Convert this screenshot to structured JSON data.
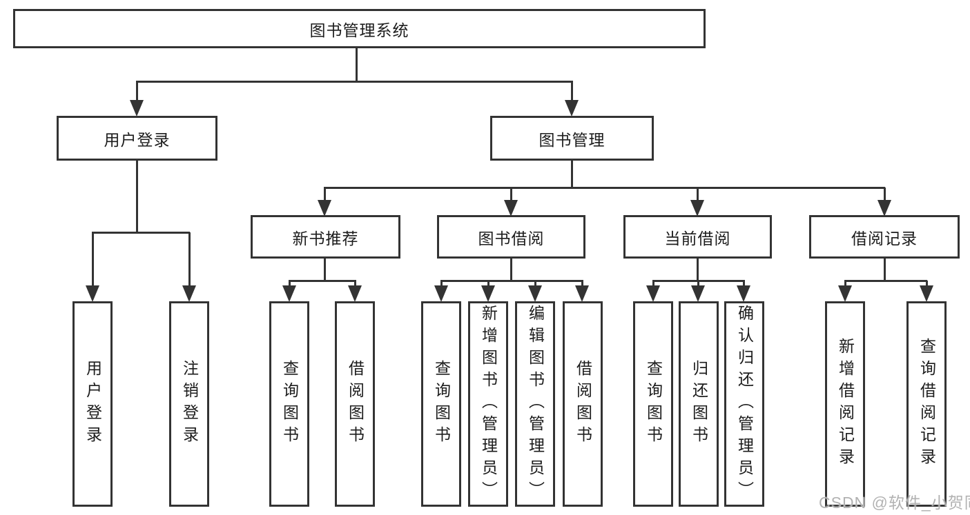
{
  "tree": {
    "label": "图书管理系统",
    "children": [
      {
        "label": "用户登录",
        "children": [
          {
            "label": "用户登录"
          },
          {
            "label": "注销登录"
          }
        ]
      },
      {
        "label": "图书管理",
        "children": [
          {
            "label": "新书推荐",
            "children": [
              {
                "label": "查询图书"
              },
              {
                "label": "借阅图书"
              }
            ]
          },
          {
            "label": "图书借阅",
            "children": [
              {
                "label": "查询图书"
              },
              {
                "label": "新增图书（管理员）"
              },
              {
                "label": "编辑图书（管理员）"
              },
              {
                "label": "借阅图书"
              }
            ]
          },
          {
            "label": "当前借阅",
            "children": [
              {
                "label": "查询图书"
              },
              {
                "label": "归还图书"
              },
              {
                "label": "确认归还（管理员）"
              }
            ]
          },
          {
            "label": "借阅记录",
            "children": [
              {
                "label": "新增借阅记录"
              },
              {
                "label": "查询借阅记录"
              }
            ]
          }
        ]
      }
    ]
  },
  "watermark": {
    "text": "CSDN @软件_小贺同学"
  },
  "colors": {
    "line": "#333333",
    "text": "#1c1c1c",
    "watermark": "#b2b2b2",
    "background": "#ffffff"
  }
}
